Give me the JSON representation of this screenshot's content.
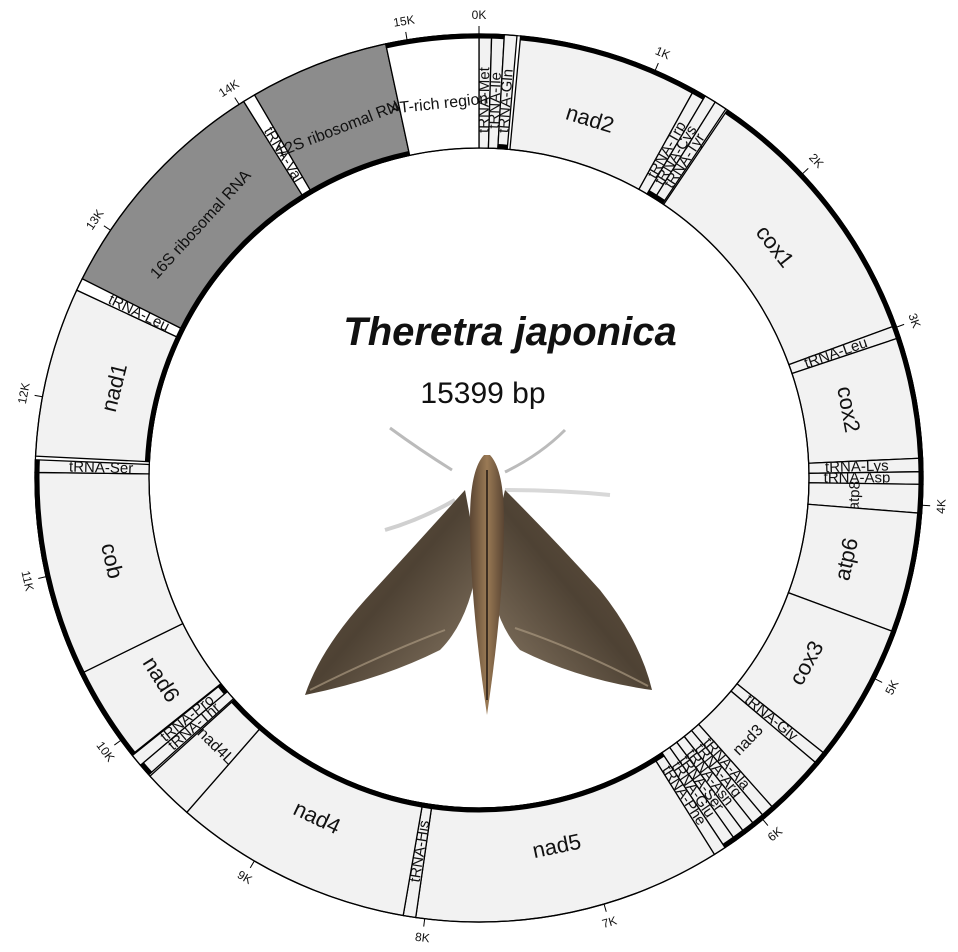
{
  "title": "Theretra japonica",
  "size_label": "15399 bp",
  "colors": {
    "light": "#f2f2f2",
    "white": "#ffffff",
    "rrna": "#8c8c8c",
    "stroke": "#000000"
  },
  "genome": {
    "length": 15399,
    "ticks": [
      {
        "pos": 0,
        "label": "0K"
      },
      {
        "pos": 1000,
        "label": "1K"
      },
      {
        "pos": 2000,
        "label": "2K"
      },
      {
        "pos": 3000,
        "label": "3K"
      },
      {
        "pos": 4000,
        "label": "4K"
      },
      {
        "pos": 5000,
        "label": "5K"
      },
      {
        "pos": 6000,
        "label": "6K"
      },
      {
        "pos": 7000,
        "label": "7K"
      },
      {
        "pos": 8000,
        "label": "8K"
      },
      {
        "pos": 9000,
        "label": "9K"
      },
      {
        "pos": 10000,
        "label": "10K"
      },
      {
        "pos": 11000,
        "label": "11K"
      },
      {
        "pos": 12000,
        "label": "12K"
      },
      {
        "pos": 13000,
        "label": "13K"
      },
      {
        "pos": 14000,
        "label": "14K"
      },
      {
        "pos": 15000,
        "label": "15K"
      }
    ],
    "features": [
      {
        "name": "tRNA-Met",
        "start": 0,
        "end": 70,
        "strand": "+",
        "kind": "trna",
        "fill": "light"
      },
      {
        "name": "tRNA-Ile",
        "start": 70,
        "end": 140,
        "strand": "+",
        "kind": "trna",
        "fill": "light"
      },
      {
        "name": "tRNA-Gln",
        "start": 140,
        "end": 210,
        "strand": "-",
        "kind": "trna",
        "fill": "light"
      },
      {
        "name": "nad2",
        "start": 230,
        "end": 1240,
        "strand": "+",
        "kind": "gene",
        "fill": "light"
      },
      {
        "name": "tRNA-Trp",
        "start": 1240,
        "end": 1310,
        "strand": "+",
        "kind": "trna",
        "fill": "light"
      },
      {
        "name": "tRNA-Cys",
        "start": 1310,
        "end": 1375,
        "strand": "-",
        "kind": "trna",
        "fill": "light"
      },
      {
        "name": "tRNA-Tyr",
        "start": 1375,
        "end": 1445,
        "strand": "-",
        "kind": "trna",
        "fill": "light"
      },
      {
        "name": "cox1",
        "start": 1455,
        "end": 2990,
        "strand": "+",
        "kind": "gene",
        "fill": "light"
      },
      {
        "name": "tRNA-Leu",
        "start": 2990,
        "end": 3060,
        "strand": "+",
        "kind": "trna",
        "fill": "light"
      },
      {
        "name": "cox2",
        "start": 3060,
        "end": 3740,
        "strand": "+",
        "kind": "gene",
        "fill": "light"
      },
      {
        "name": "tRNA-Lys",
        "start": 3740,
        "end": 3815,
        "strand": "+",
        "kind": "trna",
        "fill": "light"
      },
      {
        "name": "tRNA-Asp",
        "start": 3815,
        "end": 3885,
        "strand": "+",
        "kind": "trna",
        "fill": "light"
      },
      {
        "name": "atp8",
        "start": 3885,
        "end": 4045,
        "strand": "+",
        "kind": "gene",
        "fill": "light"
      },
      {
        "name": "atp6",
        "start": 4045,
        "end": 4720,
        "strand": "+",
        "kind": "gene",
        "fill": "light"
      },
      {
        "name": "cox3",
        "start": 4720,
        "end": 5500,
        "strand": "+",
        "kind": "gene",
        "fill": "light"
      },
      {
        "name": "tRNA-Gly",
        "start": 5500,
        "end": 5570,
        "strand": "+",
        "kind": "trna",
        "fill": "light"
      },
      {
        "name": "nad3",
        "start": 5570,
        "end": 5915,
        "strand": "+",
        "kind": "gene",
        "fill": "light"
      },
      {
        "name": "tRNA-Ala",
        "start": 5915,
        "end": 5985,
        "strand": "+",
        "kind": "trna",
        "fill": "light"
      },
      {
        "name": "tRNA-Arg",
        "start": 5985,
        "end": 6055,
        "strand": "+",
        "kind": "trna",
        "fill": "light"
      },
      {
        "name": "tRNA-Asn",
        "start": 6055,
        "end": 6125,
        "strand": "+",
        "kind": "trna",
        "fill": "light"
      },
      {
        "name": "tRNA-Ser",
        "start": 6125,
        "end": 6190,
        "strand": "+",
        "kind": "trna",
        "fill": "light"
      },
      {
        "name": "tRNA-Glu",
        "start": 6190,
        "end": 6260,
        "strand": "+",
        "kind": "trna",
        "fill": "light"
      },
      {
        "name": "tRNA-Phe",
        "start": 6260,
        "end": 6330,
        "strand": "-",
        "kind": "trna",
        "fill": "light"
      },
      {
        "name": "nad5",
        "start": 6330,
        "end": 8050,
        "strand": "-",
        "kind": "gene",
        "fill": "light"
      },
      {
        "name": "tRNA-His",
        "start": 8050,
        "end": 8120,
        "strand": "-",
        "kind": "trna",
        "fill": "light"
      },
      {
        "name": "nad4",
        "start": 8120,
        "end": 9460,
        "strand": "-",
        "kind": "gene",
        "fill": "light"
      },
      {
        "name": "nad4L",
        "start": 9460,
        "end": 9745,
        "strand": "-",
        "kind": "gene",
        "fill": "light"
      },
      {
        "name": "tRNA-Thr",
        "start": 9755,
        "end": 9825,
        "strand": "+",
        "kind": "trna",
        "fill": "light"
      },
      {
        "name": "tRNA-Pro",
        "start": 9825,
        "end": 9895,
        "strand": "-",
        "kind": "trna",
        "fill": "light"
      },
      {
        "name": "nad6",
        "start": 9900,
        "end": 10430,
        "strand": "+",
        "kind": "gene",
        "fill": "light"
      },
      {
        "name": "cob",
        "start": 10430,
        "end": 11580,
        "strand": "+",
        "kind": "gene",
        "fill": "light"
      },
      {
        "name": "tRNA-Ser",
        "start": 11580,
        "end": 11650,
        "strand": "+",
        "kind": "trna",
        "fill": "light"
      },
      {
        "name": "nad1",
        "start": 11670,
        "end": 12620,
        "strand": "-",
        "kind": "gene",
        "fill": "light"
      },
      {
        "name": "tRNA-Leu",
        "start": 12620,
        "end": 12690,
        "strand": "-",
        "kind": "trna",
        "fill": "white"
      },
      {
        "name": "16S ribosomal RNA",
        "start": 12690,
        "end": 14030,
        "strand": "-",
        "kind": "rrna",
        "fill": "rrna"
      },
      {
        "name": "tRNA-Val",
        "start": 14030,
        "end": 14100,
        "strand": "-",
        "kind": "trna",
        "fill": "white"
      },
      {
        "name": "12S ribosomal RNA",
        "start": 14100,
        "end": 14880,
        "strand": "-",
        "kind": "rrna",
        "fill": "rrna"
      },
      {
        "name": "AT-rich region",
        "start": 14880,
        "end": 15399,
        "strand": "+",
        "kind": "region",
        "fill": "white"
      }
    ]
  }
}
